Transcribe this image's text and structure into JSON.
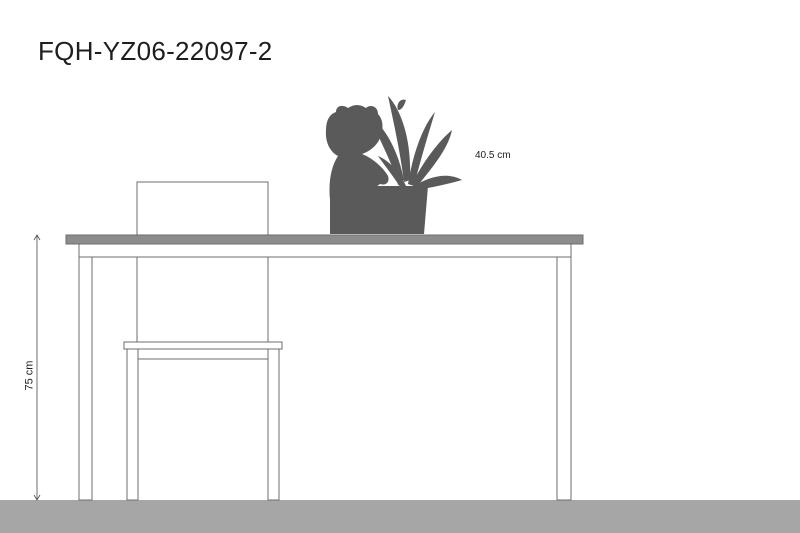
{
  "product": {
    "code": "FQH-YZ06-22097-2"
  },
  "dimensions": {
    "object_height_label": "40.5 cm",
    "table_height_label": "75 cm"
  },
  "illustration": {
    "figure": "bear-with-plant-icon",
    "furniture": [
      "table-outline",
      "chair-outline"
    ],
    "colors": {
      "figure_fill": "#5a5a5a",
      "tabletop_fill": "#8c8c8c",
      "floor_fill": "#a6a6a6",
      "line_stroke": "#6e6e6e",
      "text": "#1e1e1e"
    }
  }
}
